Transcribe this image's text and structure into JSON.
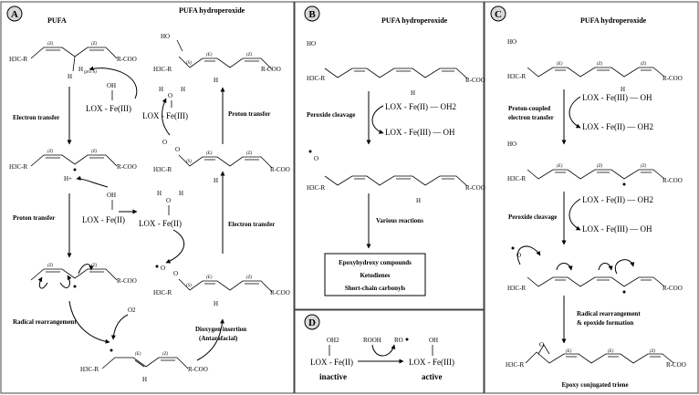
{
  "panels": {
    "A": {
      "badge": "A",
      "title_left": "PUFA",
      "title_right": "PUFA hydroperoxide",
      "chain_start": "H3C-R",
      "chain_end": "R-COO",
      "bond_z": "(Z)",
      "bond_e": "(E)",
      "stereo_s": "(S)",
      "pro_s": "(pro S)",
      "h": "H",
      "h_plus": "H+",
      "oo": "O",
      "hoo": "HO",
      "oh": "OH",
      "o2": "O2",
      "enzyme_fe3": "LOX - Fe(III)",
      "enzyme_fe2": "LOX - Fe(II)",
      "steps": {
        "electron_transfer_1": "Electron transfer",
        "proton_transfer_1": "Proton transfer",
        "radical_rearrangement": "Radical rearrangement",
        "dioxygen_insertion_1": "Dioxygen insertion",
        "dioxygen_insertion_2": "(Antarafacial)",
        "electron_transfer_2": "Electron transfer",
        "proton_transfer_2": "Proton transfer"
      }
    },
    "B": {
      "badge": "B",
      "title": "PUFA hydroperoxide",
      "step_cleavage": "Peroxide cleavage",
      "enzyme_fe2_oh2": "LOX - Fe(II) — OH2",
      "enzyme_fe3_oh": "LOX - Fe(III) — OH",
      "various": "Various reactions",
      "products": [
        "Epoxyhydroxy compounds",
        "Ketodienes",
        "Short-chain carbonyls"
      ]
    },
    "C": {
      "badge": "C",
      "title": "PUFA hydroperoxide",
      "step_pcet_1": "Proton-coupled",
      "step_pcet_2": "electron transfer",
      "enzyme_fe3_oh": "LOX - Fe(III) — OH",
      "enzyme_fe2_oh2": "LOX - Fe(II) — OH2",
      "step_cleavage": "Peroxide cleavage",
      "enzyme_fe2_oh2_b": "LOX - Fe(II) — OH2",
      "enzyme_fe3_oh_b": "LOX - Fe(III) — OH",
      "step_rearr_1": "Radical rearrangement",
      "step_rearr_2": "& epoxide formation",
      "product": "Epoxy conjugated triene"
    },
    "D": {
      "badge": "D",
      "rooh": "ROOH",
      "ro": "RO",
      "oh2": "OH2",
      "oh": "OH",
      "enzyme_left": "LOX - Fe(II)",
      "enzyme_right": "LOX - Fe(III)",
      "state_left": "inactive",
      "state_right": "active"
    }
  }
}
